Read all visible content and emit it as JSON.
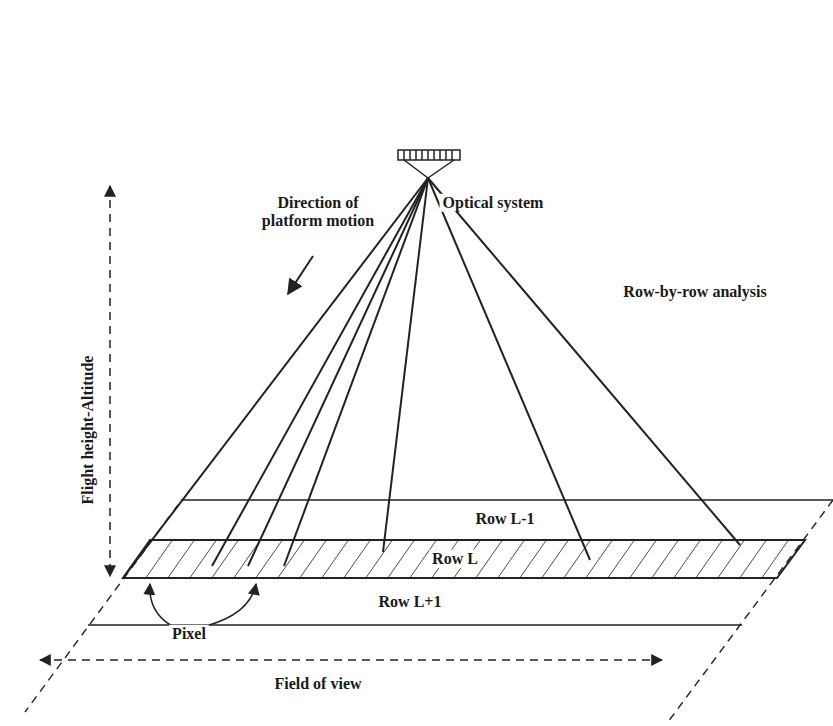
{
  "diagram": {
    "labels": [
      "Direction of platform motion",
      "Optical system",
      "Row-by-row analysis",
      "Flight height-Altitude",
      "Row L-1",
      "Row L",
      "Row L+1",
      "Pixel",
      "Field of view"
    ]
  }
}
